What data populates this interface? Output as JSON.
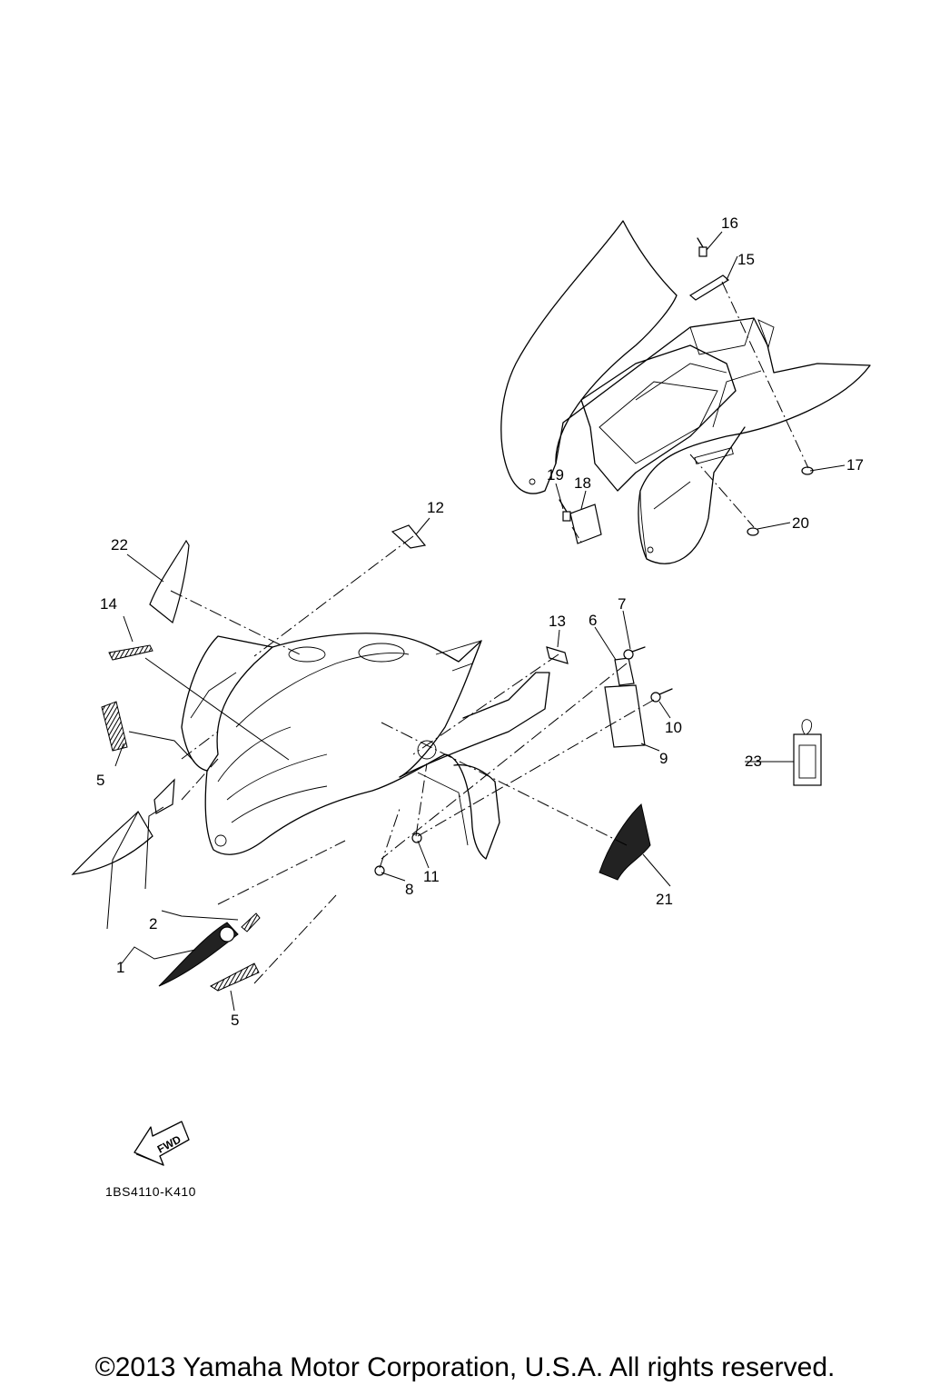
{
  "diagram": {
    "labels": [
      "1",
      "2",
      "5",
      "5",
      "6",
      "7",
      "8",
      "9",
      "10",
      "11",
      "12",
      "13",
      "14",
      "15",
      "16",
      "17",
      "18",
      "19",
      "20",
      "21",
      "22",
      "23"
    ],
    "drawing_code": "1BS4110-K410",
    "fwd_label": "FWD"
  },
  "footer": {
    "copyright": "©2013 Yamaha Motor Corporation, U.S.A. All rights reserved."
  }
}
